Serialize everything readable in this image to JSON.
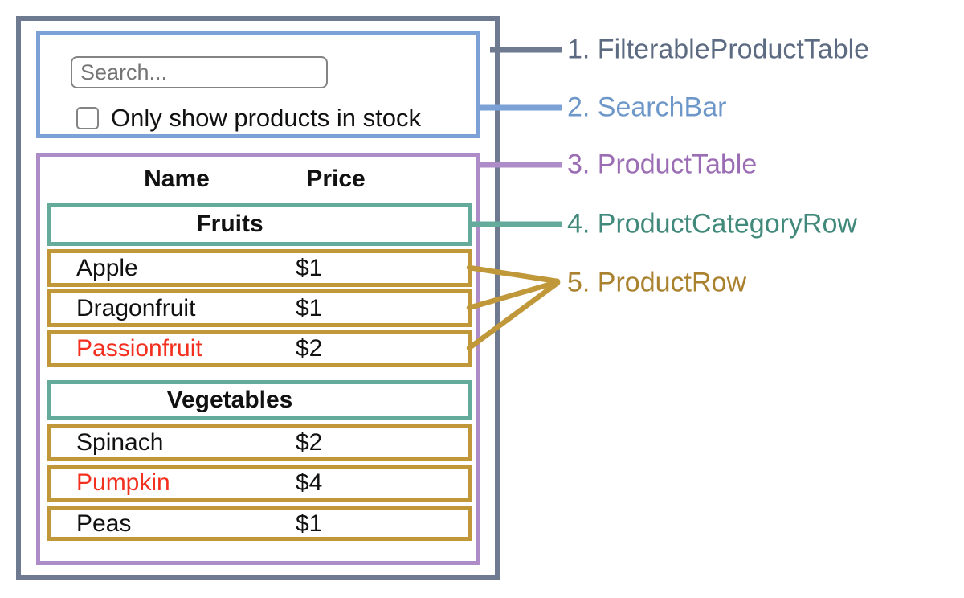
{
  "palette": {
    "filterable_product_table": "#6e7a90",
    "search_bar": "#7ba1d6",
    "product_table": "#ad8cc7",
    "product_category_row": "#64ab9c",
    "product_row": "#c0983a",
    "out_of_stock_text": "#f3301f",
    "table_text": "#111111",
    "input_border": "#848484",
    "placeholder": "#757575",
    "background": "#ffffff"
  },
  "search_bar": {
    "input_value": "",
    "input_placeholder": "Search...",
    "checkbox_checked": false,
    "checkbox_label": "Only show products in stock"
  },
  "product_table": {
    "columns": [
      "Name",
      "Price"
    ],
    "sections": [
      {
        "category": "Fruits",
        "rows": [
          {
            "name": "Apple",
            "price": "$1",
            "in_stock": true
          },
          {
            "name": "Dragonfruit",
            "price": "$1",
            "in_stock": true
          },
          {
            "name": "Passionfruit",
            "price": "$2",
            "in_stock": false
          }
        ]
      },
      {
        "category": "Vegetables",
        "rows": [
          {
            "name": "Spinach",
            "price": "$2",
            "in_stock": true
          },
          {
            "name": "Pumpkin",
            "price": "$4",
            "in_stock": false
          },
          {
            "name": "Peas",
            "price": "$1",
            "in_stock": true
          }
        ]
      }
    ]
  },
  "legend": [
    {
      "text": "1. FilterableProductTable",
      "color": "#5d6b82"
    },
    {
      "text": "2. SearchBar",
      "color": "#6d96c9"
    },
    {
      "text": "3. ProductTable",
      "color": "#9b6db4"
    },
    {
      "text": "4. ProductCategoryRow",
      "color": "#41897a"
    },
    {
      "text": "5. ProductRow",
      "color": "#a9812f"
    }
  ]
}
